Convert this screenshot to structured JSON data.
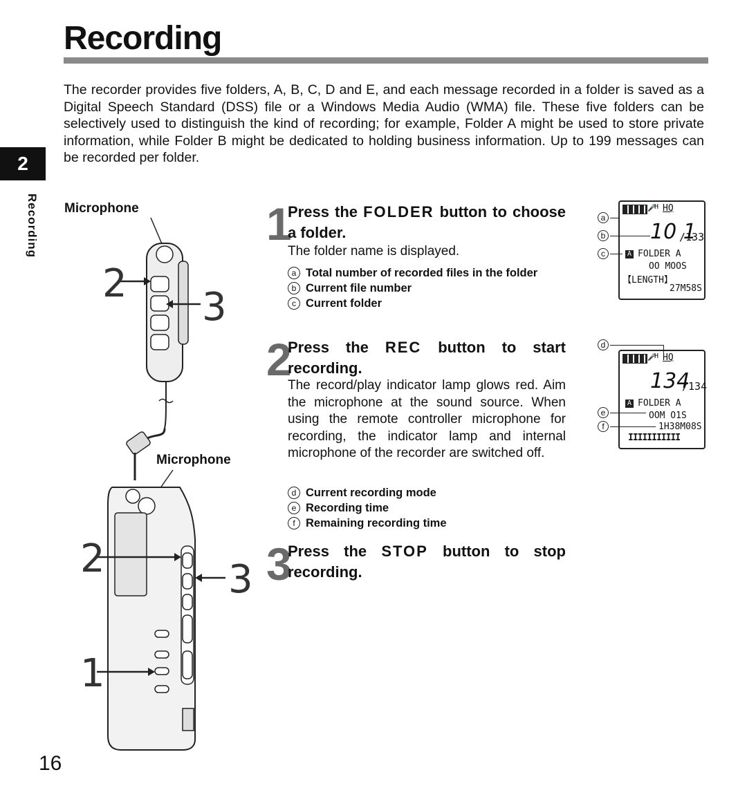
{
  "page": {
    "title": "Recording",
    "chapter_number": "2",
    "side_label": "Recording",
    "page_number": "16"
  },
  "intro": "The recorder provides five folders, A, B, C, D and E, and each message recorded in a folder is saved as a Digital Speech Standard (DSS) file or a Windows Media Audio (WMA) file. These five folders can be selectively used to distinguish the kind of recording; for example, Folder A might be used to store private information, while Folder B might be dedicated to holding business information. Up to 199 messages can be recorded per folder.",
  "illustration": {
    "top_mic_label": "Microphone",
    "bottom_mic_label": "Microphone",
    "remote_arrow_left": "2",
    "remote_arrow_right": "3",
    "recorder_arrow_left_top": "2",
    "recorder_arrow_right": "3",
    "recorder_arrow_left_bottom": "1"
  },
  "steps": [
    {
      "number": "1",
      "head_pre": "Press the ",
      "head_key": "FOLDER",
      "head_post": " button to choose a folder.",
      "body": "The folder name is displayed.",
      "callouts": [
        {
          "badge": "a",
          "text": "Total number of recorded files in the folder"
        },
        {
          "badge": "b",
          "text": "Current file number"
        },
        {
          "badge": "c",
          "text": "Current folder"
        }
      ]
    },
    {
      "number": "2",
      "head_pre": "Press the ",
      "head_key": "REC",
      "head_post": " button to start recording.",
      "body": "The record/play indicator lamp glows red. Aim the microphone at the sound source. When using the remote controller microphone for recording, the indicator lamp and internal microphone of the recorder are switched off.",
      "callouts": [
        {
          "badge": "d",
          "text": "Current recording mode"
        },
        {
          "badge": "e",
          "text": "Recording time"
        },
        {
          "badge": "f",
          "text": "Remaining recording time"
        }
      ]
    },
    {
      "number": "3",
      "head_pre": "Press the ",
      "head_key": "STOP",
      "head_post": " button to stop recording."
    }
  ],
  "lcd1": {
    "mode": "HQ",
    "battery_sub": "H",
    "file_current": "10 1",
    "file_total": "/133",
    "folder_icon": "A",
    "folder_label": "FOLDER A",
    "file_name": "OO MOOS",
    "length_label": "【LENGTH】",
    "length_value": "27M58S",
    "badges": [
      "a",
      "b",
      "c"
    ]
  },
  "lcd2": {
    "mode": "HQ",
    "battery_sub": "H",
    "file_current": "134",
    "file_total": "/134",
    "folder_icon": "A",
    "folder_label": "FOLDER A",
    "file_name": "OOM O1S",
    "remaining": "1H38M08S",
    "level_meter": "ΙΙΙΙΙΙΙΙΙΙΙ",
    "badges": [
      "d",
      "e",
      "f"
    ]
  }
}
